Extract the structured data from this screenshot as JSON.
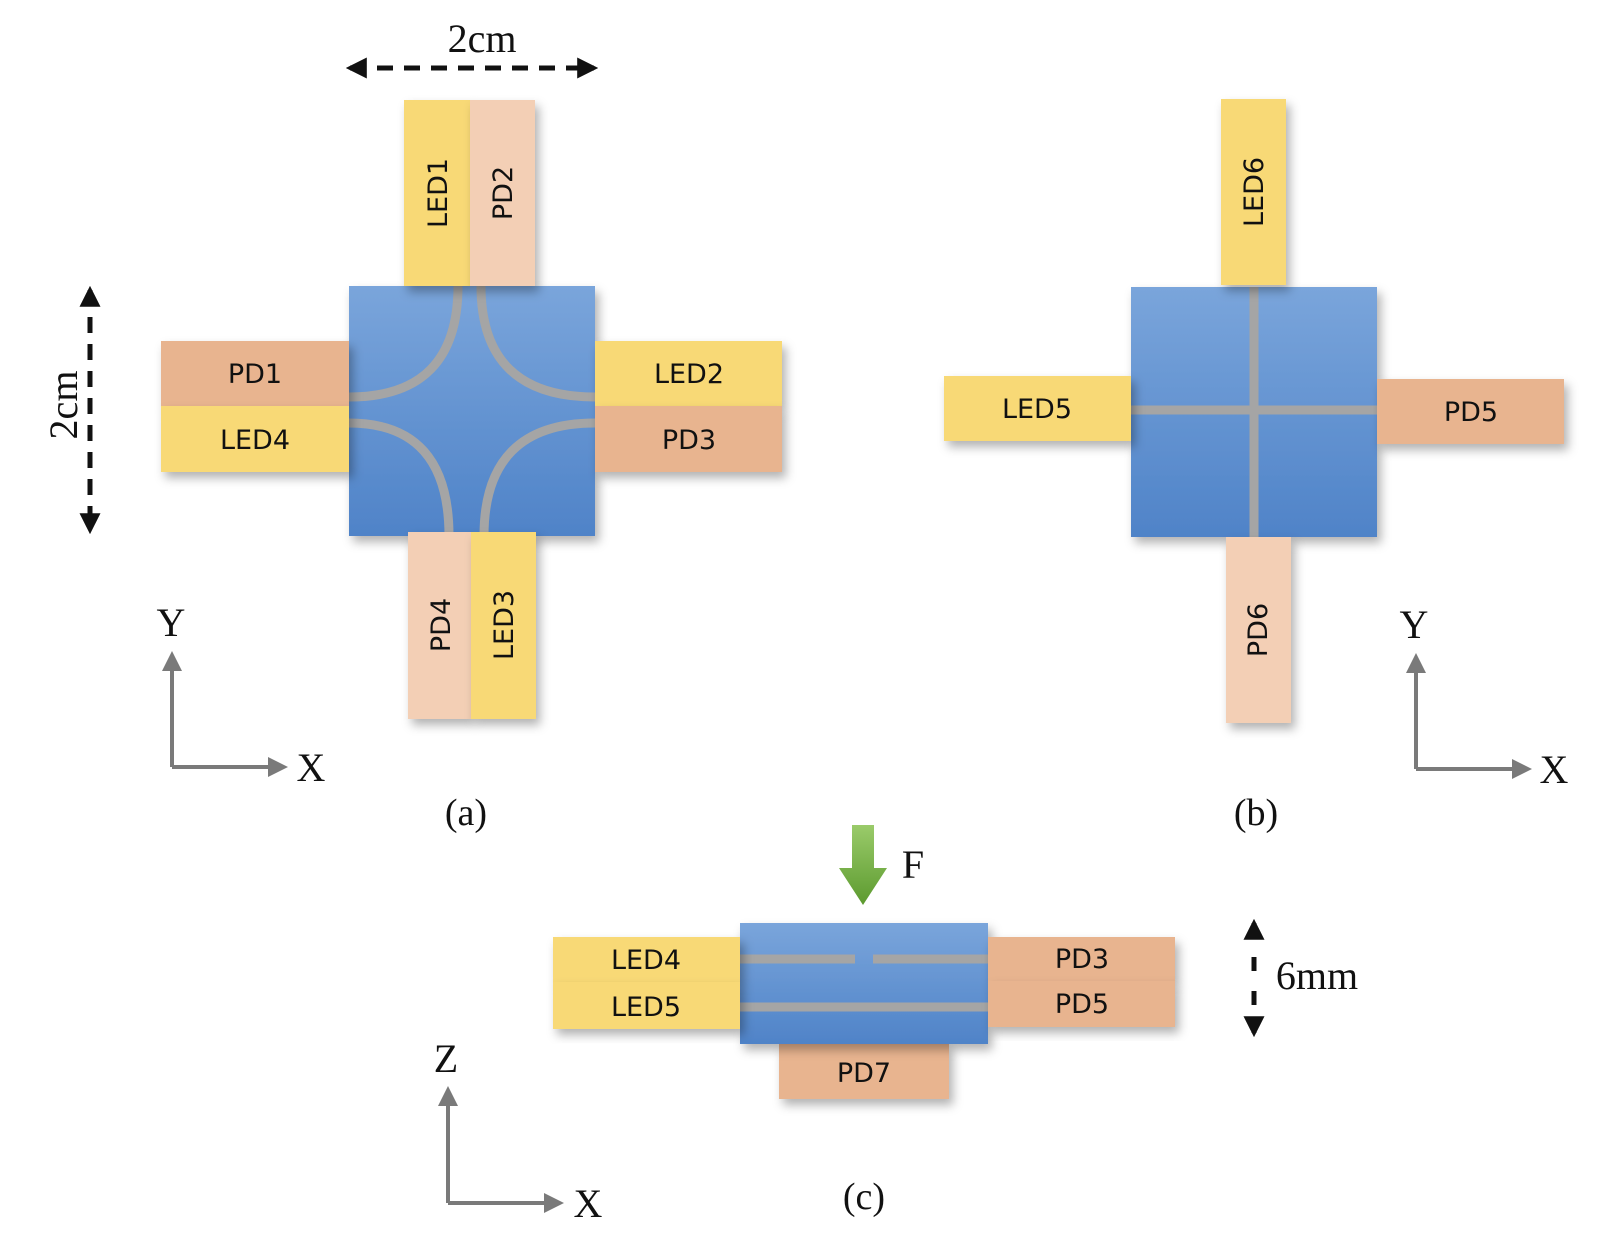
{
  "colors": {
    "led": "#f8d976",
    "pd_light": "#f3cfb5",
    "pd_dark": "#e8b48f",
    "block": "#5a8fd0",
    "fiber": "#a5a5a5",
    "axis": "#7a7a7a",
    "force": "#6aa63c",
    "dim": "#111111"
  },
  "panel_a": {
    "caption": "(a)",
    "top_dimension": "2cm",
    "side_dimension": "2cm",
    "led1": "LED1",
    "pd2": "PD2",
    "pd1": "PD1",
    "led4": "LED4",
    "led2": "LED2",
    "pd3": "PD3",
    "pd4": "PD4",
    "led3": "LED3",
    "axis_y": "Y",
    "axis_x": "X"
  },
  "panel_b": {
    "caption": "(b)",
    "led6": "LED6",
    "led5": "LED5",
    "pd5": "PD5",
    "pd6": "PD6",
    "axis_y": "Y",
    "axis_x": "X"
  },
  "panel_c": {
    "caption": "(c)",
    "force": "F",
    "thickness": "6mm",
    "led4": "LED4",
    "led5": "LED5",
    "pd3": "PD3",
    "pd5": "PD5",
    "pd7": "PD7",
    "axis_z": "Z",
    "axis_x": "X"
  }
}
